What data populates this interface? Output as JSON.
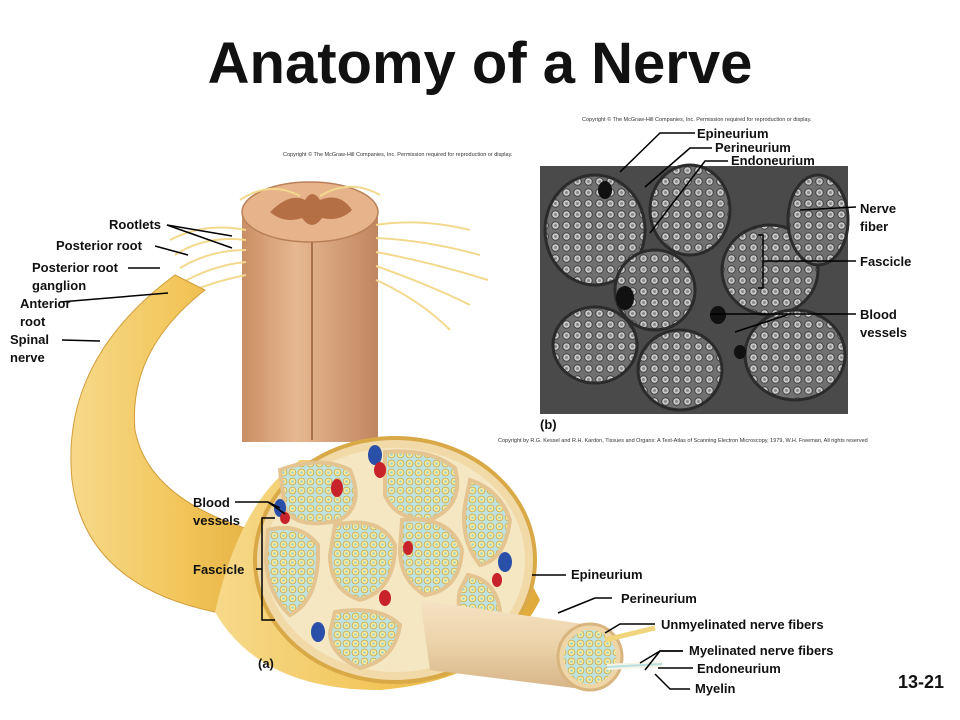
{
  "title": "Anatomy of a Nerve",
  "page_number": "13-21",
  "copyright_notices": {
    "a": "Copyright © The McGraw-Hill Companies, Inc. Permission required for reproduction or display.",
    "b_top": "Copyright © The McGraw-Hill Companies, Inc. Permission required for reproduction or display.",
    "b_bottom": "Copyright by R.G. Kessel and R.H. Kardon, Tissues and Organs: A Text-Atlas of Scanning Electron Microscopy, 1979, W.H. Freeman, All rights reserved"
  },
  "panel_a": {
    "panel_label": "(a)",
    "labels": {
      "rootlets": "Rootlets",
      "posterior_root": "Posterior root",
      "posterior_root_ganglion": "Posterior root ganglion",
      "anterior_root": "Anterior root",
      "spinal_nerve": "Spinal nerve",
      "blood_vessels": "Blood vessels",
      "fascicle": "Fascicle",
      "epineurium": "Epineurium",
      "perineurium": "Perineurium",
      "unmyelinated": "Unmyelinated nerve fibers",
      "myelinated": "Myelinated nerve fibers",
      "endoneurium": "Endoneurium",
      "myelin": "Myelin"
    }
  },
  "panel_b": {
    "panel_label": "(b)",
    "labels": {
      "epineurium": "Epineurium",
      "perineurium": "Perineurium",
      "endoneurium": "Endoneurium",
      "nerve_fiber": "Nerve fiber",
      "fascicle": "Fascicle",
      "blood_vessels": "Blood vessels"
    }
  },
  "colors": {
    "nerve_yellow": "#f2c65a",
    "fascicle_fill": "#c8e6e4",
    "cord_tan": "#d9a57c",
    "artery_red": "#c8222a",
    "vein_blue": "#2a4fa8",
    "micrograph_gray": "#5a5a5a"
  }
}
